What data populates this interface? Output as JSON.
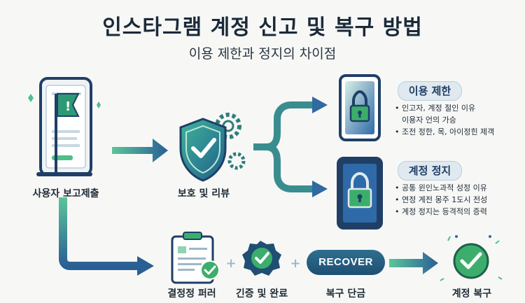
{
  "header": {
    "title": "인스타그램 계정 신고 및 복구 방법",
    "subtitle": "이용 제한과 정지의 차이점"
  },
  "flow": {
    "report_label": "사용자 보고제출",
    "review_label": "보호 및 리뷰",
    "restriction": {
      "title": "이용 제한",
      "bullets": [
        "인고자, 계정 절인 이유",
        "이용자 언의 가승",
        "조전 정한, 목, 아이정힌 제객"
      ]
    },
    "suspension": {
      "title": "계정 정지",
      "bullets": [
        "공통 윈인노과적 성정 이유",
        "연정 계전 몽주 1도시 전성",
        "계정 정지는 등격적의 증력"
      ]
    },
    "steps": {
      "decision_label": "결정정 퍼러",
      "verify_label": "긴증 및 완료",
      "recover_badge": "RECOVER",
      "recover_label": "복구 단금",
      "restored_label": "계정 복구",
      "plus_sign": "+"
    }
  },
  "colors": {
    "navy": "#1f3f66",
    "teal": "#2f8f88",
    "green": "#3cae6b",
    "light_green": "#7fd0a0"
  }
}
